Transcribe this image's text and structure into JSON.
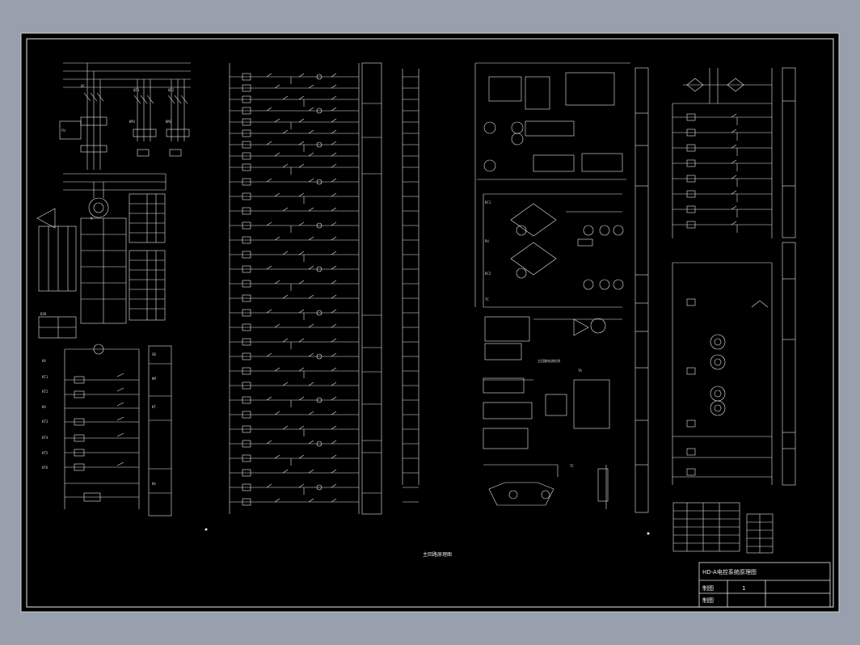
{
  "colors": {
    "background": "#98a0ad",
    "sheet": "#000000",
    "line": "#e8e8e8",
    "accent_cyan": "#7fd8ff",
    "accent_yellow": "#ffe070"
  },
  "drawing": {
    "center_caption": "主回路原理图"
  },
  "title_block": {
    "title": "HD-A电控系统原理图",
    "row2_label": "制图",
    "row2_value": "1",
    "row3_label": "制图"
  }
}
